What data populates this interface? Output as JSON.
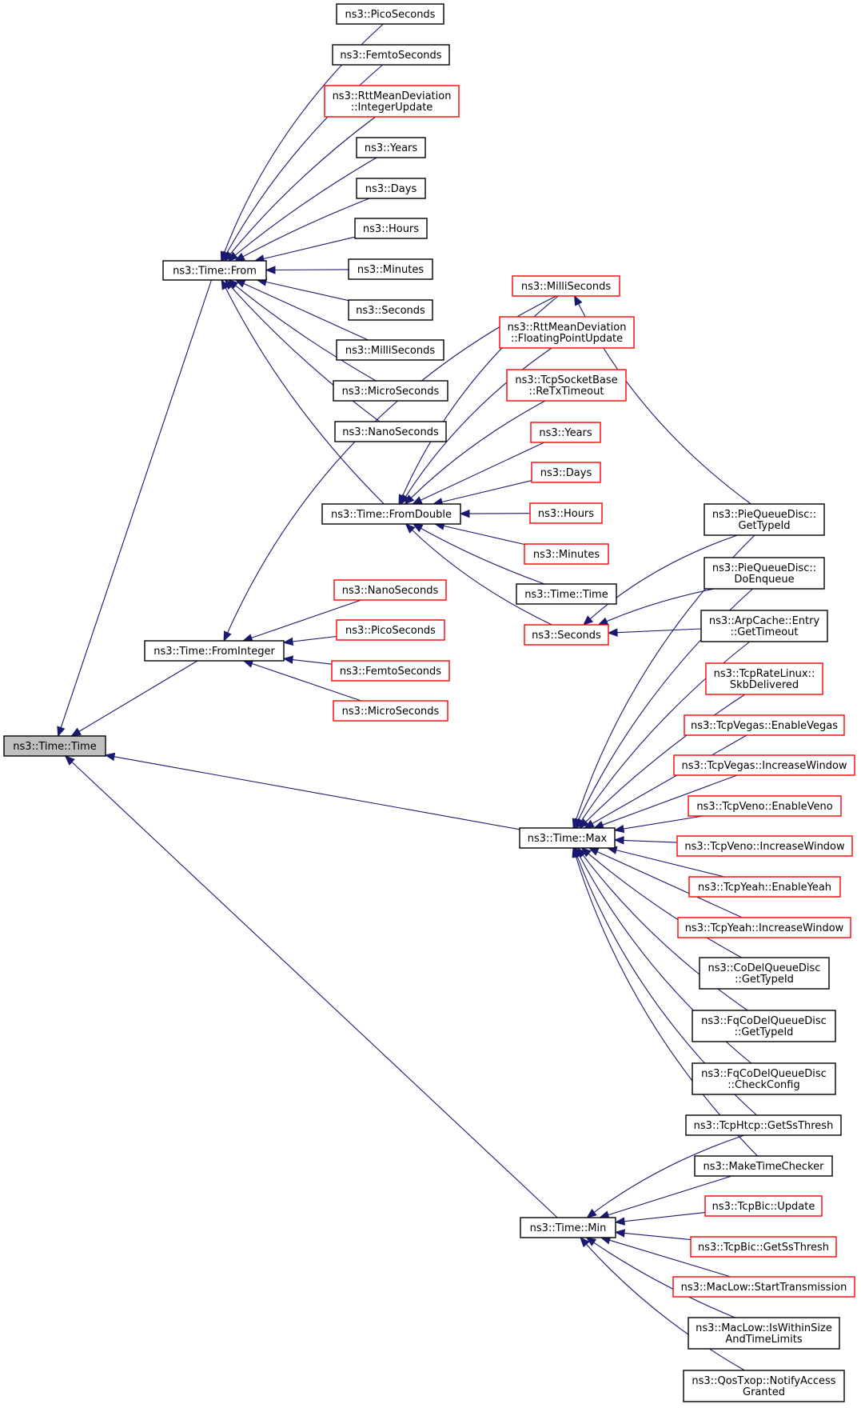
{
  "colors": {
    "edge": "#191970",
    "border_normal": "#000000",
    "border_link": "#ff0000",
    "root_fill": "#bfbfbf",
    "fill": "#ffffff"
  },
  "nodes": [
    {
      "id": "root",
      "lines": [
        "ns3::Time::Time"
      ],
      "style": "root"
    },
    {
      "id": "from",
      "lines": [
        "ns3::Time::From"
      ],
      "style": "normal"
    },
    {
      "id": "fromdouble",
      "lines": [
        "ns3::Time::FromDouble"
      ],
      "style": "normal"
    },
    {
      "id": "frominteger",
      "lines": [
        "ns3::Time::FromInteger"
      ],
      "style": "normal"
    },
    {
      "id": "max",
      "lines": [
        "ns3::Time::Max"
      ],
      "style": "normal"
    },
    {
      "id": "min",
      "lines": [
        "ns3::Time::Min"
      ],
      "style": "normal"
    },
    {
      "id": "f_pico",
      "lines": [
        "ns3::PicoSeconds"
      ],
      "style": "normal"
    },
    {
      "id": "f_femto",
      "lines": [
        "ns3::FemtoSeconds"
      ],
      "style": "normal"
    },
    {
      "id": "f_rttint",
      "lines": [
        "ns3::RttMeanDeviation",
        "::IntegerUpdate"
      ],
      "style": "link"
    },
    {
      "id": "f_years",
      "lines": [
        "ns3::Years"
      ],
      "style": "normal"
    },
    {
      "id": "f_days",
      "lines": [
        "ns3::Days"
      ],
      "style": "normal"
    },
    {
      "id": "f_hours",
      "lines": [
        "ns3::Hours"
      ],
      "style": "normal"
    },
    {
      "id": "f_minutes",
      "lines": [
        "ns3::Minutes"
      ],
      "style": "normal"
    },
    {
      "id": "f_seconds",
      "lines": [
        "ns3::Seconds"
      ],
      "style": "normal"
    },
    {
      "id": "f_milli",
      "lines": [
        "ns3::MilliSeconds"
      ],
      "style": "normal"
    },
    {
      "id": "f_micro",
      "lines": [
        "ns3::MicroSeconds"
      ],
      "style": "normal"
    },
    {
      "id": "f_nano",
      "lines": [
        "ns3::NanoSeconds"
      ],
      "style": "normal"
    },
    {
      "id": "d_milli",
      "lines": [
        "ns3::MilliSeconds"
      ],
      "style": "link"
    },
    {
      "id": "d_rttfp",
      "lines": [
        "ns3::RttMeanDeviation",
        "::FloatingPointUpdate"
      ],
      "style": "link"
    },
    {
      "id": "d_retx",
      "lines": [
        "ns3::TcpSocketBase",
        "::ReTxTimeout"
      ],
      "style": "link"
    },
    {
      "id": "d_years",
      "lines": [
        "ns3::Years"
      ],
      "style": "link"
    },
    {
      "id": "d_days",
      "lines": [
        "ns3::Days"
      ],
      "style": "link"
    },
    {
      "id": "d_hours",
      "lines": [
        "ns3::Hours"
      ],
      "style": "link"
    },
    {
      "id": "d_minutes",
      "lines": [
        "ns3::Minutes"
      ],
      "style": "link"
    },
    {
      "id": "d_timetime",
      "lines": [
        "ns3::Time::Time"
      ],
      "style": "normal"
    },
    {
      "id": "d_seconds",
      "lines": [
        "ns3::Seconds"
      ],
      "style": "link"
    },
    {
      "id": "i_nano",
      "lines": [
        "ns3::NanoSeconds"
      ],
      "style": "link"
    },
    {
      "id": "i_pico",
      "lines": [
        "ns3::PicoSeconds"
      ],
      "style": "link"
    },
    {
      "id": "i_femto",
      "lines": [
        "ns3::FemtoSeconds"
      ],
      "style": "link"
    },
    {
      "id": "i_micro",
      "lines": [
        "ns3::MicroSeconds"
      ],
      "style": "link"
    },
    {
      "id": "pie_typeid",
      "lines": [
        "ns3::PieQueueDisc::",
        "GetTypeId"
      ],
      "style": "normal"
    },
    {
      "id": "pie_enq",
      "lines": [
        "ns3::PieQueueDisc::",
        "DoEnqueue"
      ],
      "style": "normal"
    },
    {
      "id": "arp",
      "lines": [
        "ns3::ArpCache::Entry",
        "::GetTimeout"
      ],
      "style": "normal"
    },
    {
      "id": "ratelinux",
      "lines": [
        "ns3::TcpRateLinux::",
        "SkbDelivered"
      ],
      "style": "link"
    },
    {
      "id": "vegas_en",
      "lines": [
        "ns3::TcpVegas::EnableVegas"
      ],
      "style": "link"
    },
    {
      "id": "vegas_inc",
      "lines": [
        "ns3::TcpVegas::IncreaseWindow"
      ],
      "style": "link"
    },
    {
      "id": "veno_en",
      "lines": [
        "ns3::TcpVeno::EnableVeno"
      ],
      "style": "link"
    },
    {
      "id": "veno_inc",
      "lines": [
        "ns3::TcpVeno::IncreaseWindow"
      ],
      "style": "link"
    },
    {
      "id": "yeah_en",
      "lines": [
        "ns3::TcpYeah::EnableYeah"
      ],
      "style": "link"
    },
    {
      "id": "yeah_inc",
      "lines": [
        "ns3::TcpYeah::IncreaseWindow"
      ],
      "style": "link"
    },
    {
      "id": "codel",
      "lines": [
        "ns3::CoDelQueueDisc",
        "::GetTypeId"
      ],
      "style": "normal"
    },
    {
      "id": "fq_typeid",
      "lines": [
        "ns3::FqCoDelQueueDisc",
        "::GetTypeId"
      ],
      "style": "normal"
    },
    {
      "id": "fq_check",
      "lines": [
        "ns3::FqCoDelQueueDisc",
        "::CheckConfig"
      ],
      "style": "normal"
    },
    {
      "id": "htcp",
      "lines": [
        "ns3::TcpHtcp::GetSsThresh"
      ],
      "style": "normal"
    },
    {
      "id": "mtc",
      "lines": [
        "ns3::MakeTimeChecker"
      ],
      "style": "normal"
    },
    {
      "id": "bic_up",
      "lines": [
        "ns3::TcpBic::Update"
      ],
      "style": "link"
    },
    {
      "id": "bic_ss",
      "lines": [
        "ns3::TcpBic::GetSsThresh"
      ],
      "style": "link"
    },
    {
      "id": "mac_start",
      "lines": [
        "ns3::MacLow::StartTransmission"
      ],
      "style": "link"
    },
    {
      "id": "mac_within",
      "lines": [
        "ns3::MacLow::IsWithinSize",
        "AndTimeLimits"
      ],
      "style": "normal"
    },
    {
      "id": "qos",
      "lines": [
        "ns3::QosTxop::NotifyAccess",
        "Granted"
      ],
      "style": "normal"
    }
  ],
  "edges": [
    [
      "from",
      "root"
    ],
    [
      "frominteger",
      "root"
    ],
    [
      "max",
      "root"
    ],
    [
      "min",
      "root"
    ],
    [
      "f_pico",
      "from"
    ],
    [
      "f_femto",
      "from"
    ],
    [
      "f_rttint",
      "from"
    ],
    [
      "f_years",
      "from"
    ],
    [
      "f_days",
      "from"
    ],
    [
      "f_hours",
      "from"
    ],
    [
      "f_minutes",
      "from"
    ],
    [
      "f_seconds",
      "from"
    ],
    [
      "f_milli",
      "from"
    ],
    [
      "f_micro",
      "from"
    ],
    [
      "f_nano",
      "from"
    ],
    [
      "fromdouble",
      "from"
    ],
    [
      "d_milli",
      "fromdouble"
    ],
    [
      "d_rttfp",
      "fromdouble"
    ],
    [
      "d_retx",
      "fromdouble"
    ],
    [
      "d_years",
      "fromdouble"
    ],
    [
      "d_days",
      "fromdouble"
    ],
    [
      "d_hours",
      "fromdouble"
    ],
    [
      "d_minutes",
      "fromdouble"
    ],
    [
      "d_timetime",
      "fromdouble"
    ],
    [
      "d_seconds",
      "fromdouble"
    ],
    [
      "d_milli",
      "frominteger"
    ],
    [
      "i_nano",
      "frominteger"
    ],
    [
      "i_pico",
      "frominteger"
    ],
    [
      "i_femto",
      "frominteger"
    ],
    [
      "i_micro",
      "frominteger"
    ],
    [
      "pie_typeid",
      "d_milli"
    ],
    [
      "pie_typeid",
      "d_seconds"
    ],
    [
      "pie_enq",
      "d_seconds"
    ],
    [
      "arp",
      "d_seconds"
    ],
    [
      "pie_typeid",
      "max"
    ],
    [
      "pie_enq",
      "max"
    ],
    [
      "arp",
      "max"
    ],
    [
      "ratelinux",
      "max"
    ],
    [
      "vegas_en",
      "max"
    ],
    [
      "vegas_inc",
      "max"
    ],
    [
      "veno_en",
      "max"
    ],
    [
      "veno_inc",
      "max"
    ],
    [
      "yeah_en",
      "max"
    ],
    [
      "yeah_inc",
      "max"
    ],
    [
      "codel",
      "max"
    ],
    [
      "fq_typeid",
      "max"
    ],
    [
      "fq_check",
      "max"
    ],
    [
      "htcp",
      "max"
    ],
    [
      "mtc",
      "max"
    ],
    [
      "htcp",
      "min"
    ],
    [
      "mtc",
      "min"
    ],
    [
      "bic_up",
      "min"
    ],
    [
      "bic_ss",
      "min"
    ],
    [
      "mac_start",
      "min"
    ],
    [
      "mac_within",
      "min"
    ],
    [
      "qos",
      "min"
    ]
  ]
}
